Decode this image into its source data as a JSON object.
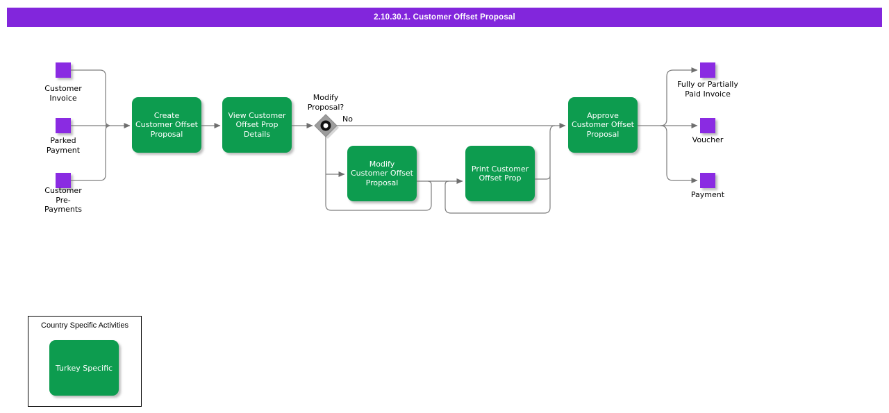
{
  "header": {
    "title": "2.10.30.1. Customer Offset Proposal"
  },
  "colors": {
    "header_purple": "#8226DC",
    "event_purple": "#8A2BE2",
    "activity_green": "#0D9C4F",
    "connector_gray": "#7D7D7D",
    "decision_gray": "#9D9D9D"
  },
  "events_left": [
    {
      "id": "customer-invoice",
      "label": "Customer\nInvoice"
    },
    {
      "id": "parked-payment",
      "label": "Parked\nPayment"
    },
    {
      "id": "customer-pre-payments",
      "label": "Customer\nPre-\nPayments"
    }
  ],
  "activities": [
    {
      "id": "create-customer-offset-proposal",
      "label": "Create\nCustomer Offset\nProposal"
    },
    {
      "id": "view-customer-offset-prop-details",
      "label": "View Customer\nOffset Prop\nDetails"
    },
    {
      "id": "modify-customer-offset-proposal",
      "label": "Modify\nCustomer Offset\nProposal"
    },
    {
      "id": "print-customer-offset-prop",
      "label": "Print Customer\nOffset Prop"
    },
    {
      "id": "approve-customer-offset-proposal",
      "label": "Approve\nCustomer Offset\nProposal"
    }
  ],
  "decision": {
    "id": "modify-proposal-decision",
    "label": "Modify\nProposal?",
    "no_label": "No"
  },
  "events_right": [
    {
      "id": "fully-or-partially-paid-invoice",
      "label": "Fully or Partially\nPaid Invoice"
    },
    {
      "id": "voucher",
      "label": "Voucher"
    },
    {
      "id": "payment",
      "label": "Payment"
    }
  ],
  "edges": [
    {
      "from": "customer-invoice",
      "to": "create-customer-offset-proposal",
      "label": ""
    },
    {
      "from": "parked-payment",
      "to": "create-customer-offset-proposal",
      "label": ""
    },
    {
      "from": "customer-pre-payments",
      "to": "create-customer-offset-proposal",
      "label": ""
    },
    {
      "from": "create-customer-offset-proposal",
      "to": "view-customer-offset-prop-details",
      "label": ""
    },
    {
      "from": "view-customer-offset-prop-details",
      "to": "modify-proposal-decision",
      "label": ""
    },
    {
      "from": "modify-proposal-decision",
      "to": "approve-customer-offset-proposal",
      "label": "No"
    },
    {
      "from": "modify-proposal-decision",
      "to": "modify-customer-offset-proposal",
      "label": ""
    },
    {
      "from": "modify-customer-offset-proposal",
      "to": "print-customer-offset-prop",
      "label": ""
    },
    {
      "from": "print-customer-offset-prop",
      "to": "approve-customer-offset-proposal",
      "label": ""
    },
    {
      "from": "approve-customer-offset-proposal",
      "to": "fully-or-partially-paid-invoice",
      "label": ""
    },
    {
      "from": "approve-customer-offset-proposal",
      "to": "voucher",
      "label": ""
    },
    {
      "from": "approve-customer-offset-proposal",
      "to": "payment",
      "label": ""
    }
  ],
  "legend": {
    "title": "Country Specific Activities",
    "item_label": "Turkey Specific"
  }
}
